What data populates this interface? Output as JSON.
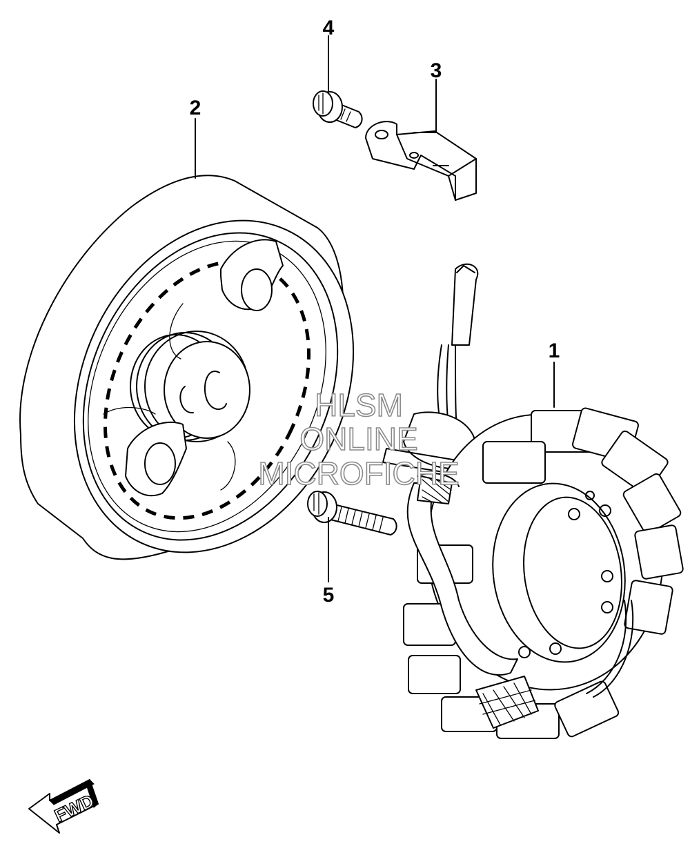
{
  "callouts": {
    "part1": "1",
    "part2": "2",
    "part3": "3",
    "part4": "4",
    "part5": "5"
  },
  "watermark": {
    "line1": "HLSM",
    "line2": "ONLINE",
    "line3": "MICROFICHE"
  },
  "direction_arrow": {
    "label": "FWD"
  },
  "colors": {
    "line": "#000000",
    "background": "#ffffff",
    "watermark_outline": "#8a8a8a"
  }
}
